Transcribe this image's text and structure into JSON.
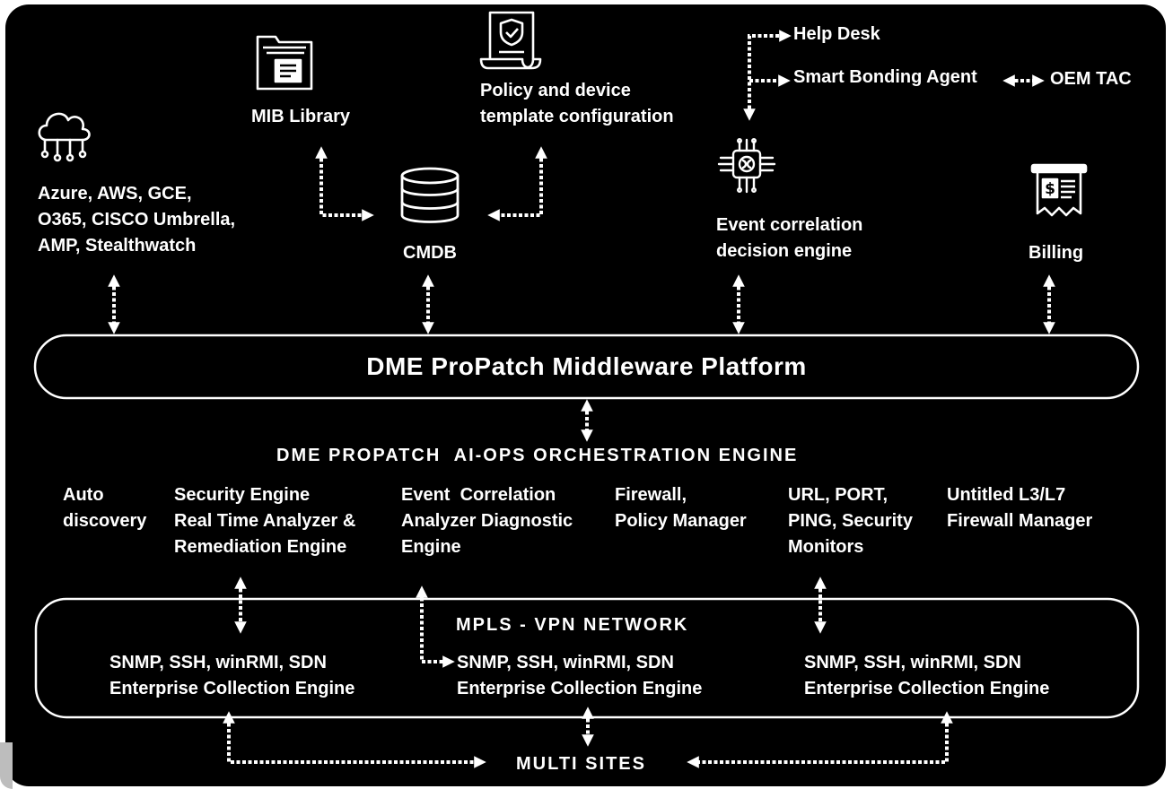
{
  "cloud": {
    "label": "Azure, AWS, GCE,\nO365, CISCO Umbrella,\nAMP, Stealthwatch",
    "icon": "cloud-network-icon"
  },
  "mib": {
    "label": "MIB Library",
    "icon": "folder-document-icon"
  },
  "cmdb": {
    "label": "CMDB",
    "icon": "database-icon"
  },
  "policy": {
    "label": "Policy and device\ntemplate configuration",
    "icon": "certificate-scroll-icon"
  },
  "help_desk": {
    "label": "Help Desk"
  },
  "smart_bonding": {
    "label": "Smart Bonding Agent"
  },
  "oem_tac": {
    "label": "OEM TAC"
  },
  "event_engine": {
    "label": "Event correlation\ndecision engine",
    "icon": "ai-chip-icon"
  },
  "billing": {
    "label": "Billing",
    "icon": "invoice-receipt-icon"
  },
  "platform": {
    "title": "DME ProPatch Middleware Platform"
  },
  "orchestration": {
    "title": "DME PROPATCH  AI-OPS ORCHESTRATION ENGINE"
  },
  "modules": [
    {
      "label": "Auto\ndiscovery"
    },
    {
      "label": "Security Engine\nReal Time Analyzer &\nRemediation Engine"
    },
    {
      "label": "Event  Correlation\nAnalyzer Diagnostic\nEngine"
    },
    {
      "label": "Firewall,\nPolicy Manager"
    },
    {
      "label": "URL, PORT,\nPING, Security\nMonitors"
    },
    {
      "label": "Untitled L3/L7\nFirewall Manager"
    }
  ],
  "network": {
    "title": "MPLS - VPN NETWORK",
    "collectors": [
      {
        "label": "SNMP, SSH, winRMI, SDN\nEnterprise Collection Engine"
      },
      {
        "label": "SNMP, SSH, winRMI, SDN\nEnterprise Collection Engine"
      },
      {
        "label": "SNMP, SSH, winRMI, SDN\nEnterprise Collection Engine"
      }
    ]
  },
  "multi_sites": {
    "label": "MULTI SITES"
  },
  "colors": {
    "background": "#000000",
    "foreground": "#ffffff",
    "outer_page": "#ffffff"
  }
}
